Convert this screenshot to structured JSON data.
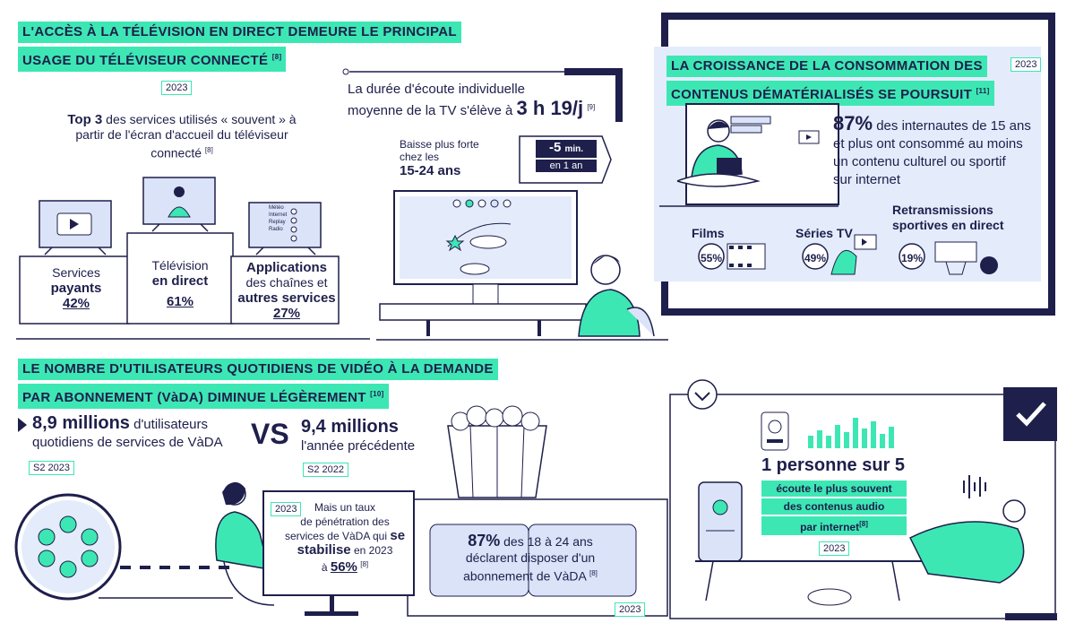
{
  "colors": {
    "navy": "#1e1f4b",
    "mint": "#3de7b4",
    "lightblue": "#dbe3f8",
    "panelblue": "#e4ebfb"
  },
  "section1": {
    "title_line1": "L'ACCÈS À LA TÉLÉVISION EN DIRECT DEMEURE LE PRINCIPAL",
    "title_line2": "USAGE DU TÉLÉVISEUR CONNECTÉ",
    "title_ref": "[8]",
    "year": "2023",
    "top3_bold": "Top 3",
    "top3_rest": " des services utilisés « souvent » à",
    "top3_line2": "partir de l'écran d'accueil du téléviseur",
    "top3_line3": "connecté",
    "top3_ref": "[8]",
    "services": [
      {
        "line1": "Services",
        "line2": "payants",
        "pct": "42%"
      },
      {
        "line1": "Télévision",
        "line2": "en direct",
        "pct": "61%"
      },
      {
        "line1": "Applications",
        "line2": "des chaînes et",
        "line3": "autres services",
        "pct": "27%"
      }
    ],
    "app_screen_items": [
      "Météo",
      "Internet",
      "Replay",
      "Radio"
    ],
    "duration_line1": "La durée d'écoute individuelle",
    "duration_line2": "moyenne de la TV s'élève à",
    "duration_value": "3 h 19/j",
    "duration_ref": "[9]",
    "drop_line1": "Baisse plus forte",
    "drop_line2": "chez les",
    "drop_age": "15-24 ans",
    "drop_value": "-5",
    "drop_unit": "min.",
    "drop_period": "en 1 an"
  },
  "section2": {
    "title_line1": "LA CROISSANCE DE LA CONSOMMATION DES",
    "title_line2": "CONTENUS DÉMATÉRIALISÉS SE POURSUIT",
    "title_ref": "[11]",
    "year": "2023",
    "stat_pct": "87%",
    "stat_text1": " des internautes de 15 ans",
    "stat_text2": "et plus ont consommé au moins",
    "stat_text3": "un contenu culturel ou sportif",
    "stat_text4": "sur internet",
    "categories": [
      {
        "label": "Films",
        "pct": "55%"
      },
      {
        "label": "Séries TV",
        "pct": "49%"
      },
      {
        "label_line1": "Retransmissions",
        "label_line2": "sportives en direct",
        "pct": "19%"
      }
    ]
  },
  "section3": {
    "title_line1": "LE NOMBRE D'UTILISATEURS QUOTIDIENS DE VIDÉO À LA DEMANDE",
    "title_line2": "PAR ABONNEMENT (VàDA) DIMINUE LÉGÈREMENT",
    "title_ref": "[10]",
    "users_now_value": "8,9 millions",
    "users_now_text1": " d'utilisateurs",
    "users_now_text2": "quotidiens de services de VàDA",
    "users_now_period": "S2 2023",
    "vs": "VS",
    "users_prev_value": "9,4 millions",
    "users_prev_text": "l'année précédente",
    "users_prev_period": "S2 2022",
    "penetration_year": "2023",
    "penetration_line1": "Mais un taux",
    "penetration_line2": "de pénétration des",
    "penetration_line3a": "services de VàDA qui ",
    "penetration_line3b": "se",
    "penetration_line4a": "stabilise",
    "penetration_line4b": " en 2023",
    "penetration_line5a": "à ",
    "penetration_value": "56%",
    "penetration_ref": "[8]",
    "youth_pct": "87%",
    "youth_line1": " des 18 à 24 ans",
    "youth_line2": "déclarent disposer d'un",
    "youth_line3": "abonnement de VàDA",
    "youth_ref": "[8]",
    "youth_year": "2023"
  },
  "section4": {
    "value": "1 personne sur 5",
    "line1": "écoute le plus souvent",
    "line2": "des contenus audio",
    "line3": "par internet",
    "ref": "[8]",
    "year": "2023"
  }
}
